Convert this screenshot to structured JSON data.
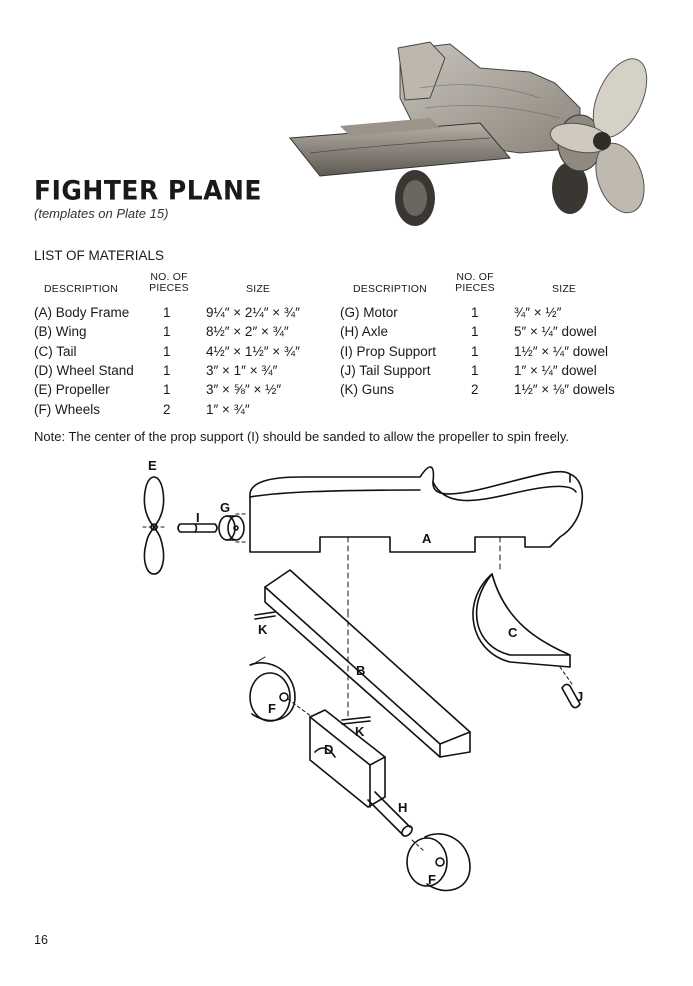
{
  "title": "FIGHTER PLANE",
  "subtitle": "(templates on Plate 15)",
  "list_heading": "LIST OF MATERIALS",
  "headers": {
    "description": "DESCRIPTION",
    "pieces_line1": "NO. OF",
    "pieces_line2": "PIECES",
    "size": "SIZE"
  },
  "materials_left": [
    {
      "description": "(A) Body Frame",
      "pieces": "1",
      "size": "9¼″ × 2¼″ × ¾″"
    },
    {
      "description": "(B) Wing",
      "pieces": "1",
      "size": "8½″ × 2″ × ¾″"
    },
    {
      "description": "(C) Tail",
      "pieces": "1",
      "size": "4½″ × 1½″ × ¾″"
    },
    {
      "description": "(D) Wheel Stand",
      "pieces": "1",
      "size": "3″ × 1″ × ¾″"
    },
    {
      "description": "(E) Propeller",
      "pieces": "1",
      "size": "3″ × ⅝″ × ½″"
    },
    {
      "description": "(F) Wheels",
      "pieces": "2",
      "size": "1″ × ¾″"
    }
  ],
  "materials_right": [
    {
      "description": "(G) Motor",
      "pieces": "1",
      "size": "¾″ × ½″"
    },
    {
      "description": "(H) Axle",
      "pieces": "1",
      "size": "5″ × ¼″ dowel"
    },
    {
      "description": "(I)  Prop Support",
      "pieces": "1",
      "size": "1½″ × ¼″ dowel"
    },
    {
      "description": "(J)  Tail Support",
      "pieces": "1",
      "size": "1″ × ¼″ dowel"
    },
    {
      "description": "(K) Guns",
      "pieces": "2",
      "size": "1½″ × ⅛″ dowels"
    }
  ],
  "note": "Note: The center of the prop support (I) should be sanded to allow the propeller to spin freely.",
  "diagram_labels": {
    "A": "A",
    "B": "B",
    "C": "C",
    "D": "D",
    "E": "E",
    "F1": "F",
    "F2": "F",
    "G": "G",
    "H": "H",
    "I": "I",
    "J": "J",
    "K1": "K",
    "K2": "K"
  },
  "page_number": "16"
}
